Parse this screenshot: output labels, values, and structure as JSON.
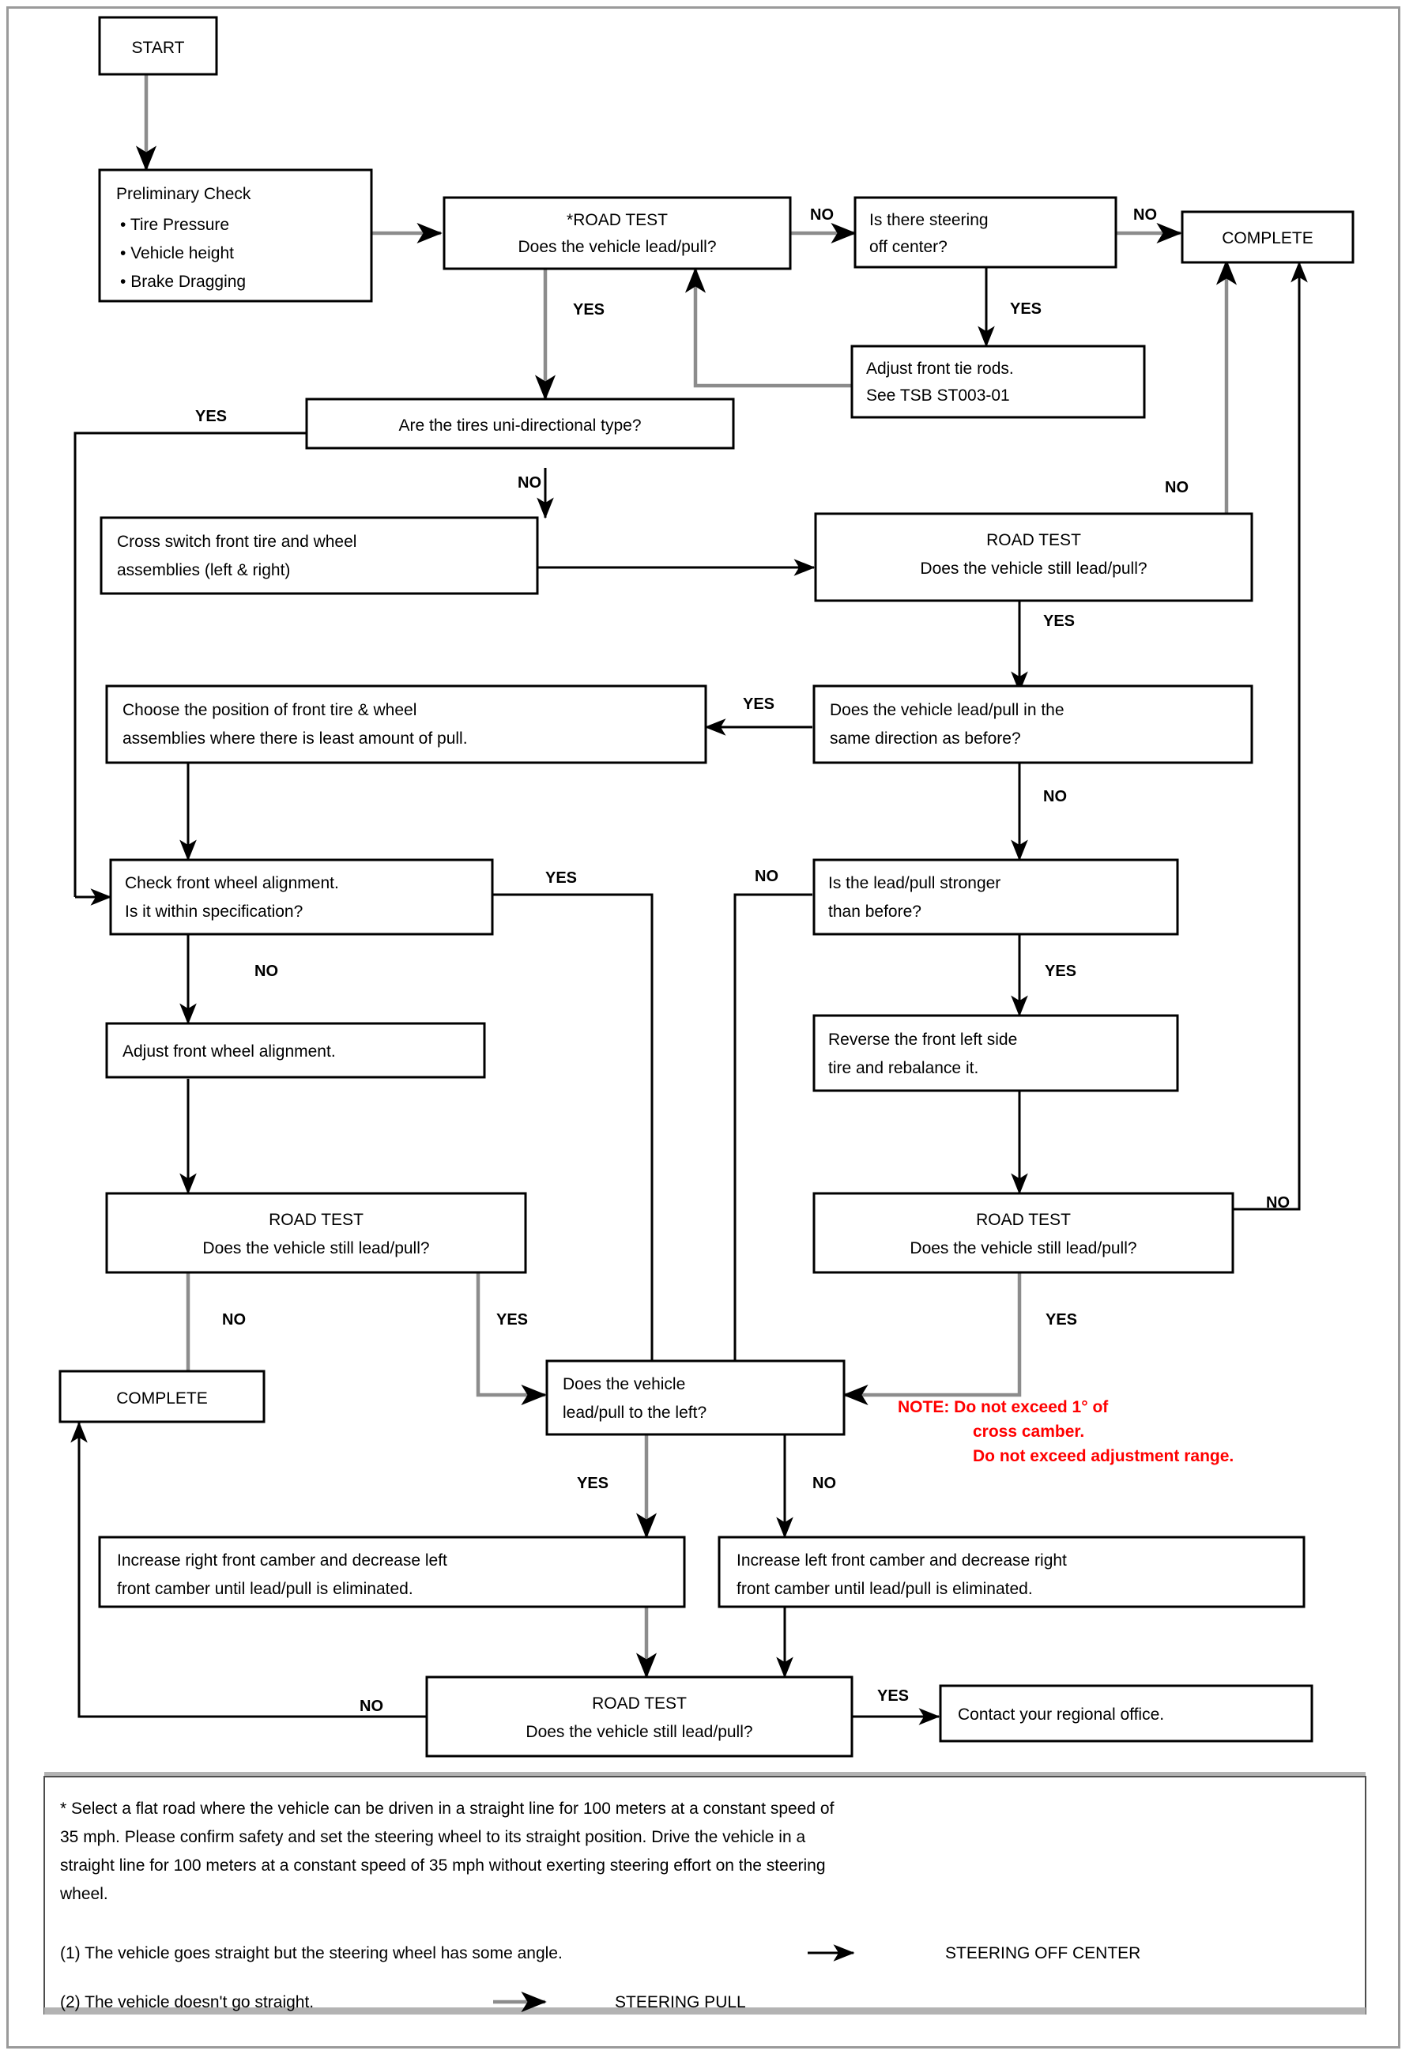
{
  "meta": {
    "title": "Steering Pull / Lead Diagnostic Flowchart",
    "note_color": "#ff0000",
    "line_color_black": "#000000",
    "line_color_gray": "#8c8c8c"
  },
  "nodes": {
    "start": "START",
    "preliminary_title": "Preliminary Check",
    "preliminary_items": [
      "Tire Pressure",
      "Vehicle height",
      "Brake Dragging"
    ],
    "road_test_1_l1": "*ROAD TEST",
    "road_test_1_l2": "Does the vehicle lead/pull?",
    "steering_off_center_l1": "Is there steering",
    "steering_off_center_l2": "off center?",
    "complete_top": "COMPLETE",
    "tie_rods_l1": "Adjust front tie rods.",
    "tie_rods_l2": "See TSB ST003-01",
    "uni_directional": "Are the tires uni-directional type?",
    "cross_switch_l1": "Cross switch front tire and wheel",
    "cross_switch_l2": "assemblies (left & right)",
    "road_test_2_l1": "ROAD TEST",
    "road_test_2_l2": "Does the vehicle still lead/pull?",
    "choose_position_l1": "Choose the position of front tire & wheel",
    "choose_position_l2": "assemblies where there is least amount of pull.",
    "same_direction_l1": "Does the vehicle lead/pull in the",
    "same_direction_l2": "same direction as before?",
    "check_alignment_l1": "Check front wheel alignment.",
    "check_alignment_l2": "Is it within specification?",
    "stronger_l1": "Is the lead/pull stronger",
    "stronger_l2": "than before?",
    "adjust_alignment": "Adjust front wheel alignment.",
    "reverse_tire_l1": "Reverse the front left side",
    "reverse_tire_l2": "tire and rebalance it.",
    "road_test_3_l1": "ROAD TEST",
    "road_test_3_l2": "Does the vehicle still lead/pull?",
    "road_test_4_l1": "ROAD TEST",
    "road_test_4_l2": "Does the vehicle still lead/pull?",
    "complete_bottom": "COMPLETE",
    "pull_left_l1": "Does the vehicle",
    "pull_left_l2": "lead/pull to the left?",
    "camber_right_l1": "Increase right front camber and decrease left",
    "camber_right_l2": "front camber until lead/pull is eliminated.",
    "camber_left_l1": "Increase left front camber and decrease right",
    "camber_left_l2": "front camber until lead/pull is eliminated.",
    "road_test_5_l1": "ROAD TEST",
    "road_test_5_l2": "Does the vehicle still lead/pull?",
    "regional_office": "Contact your regional office."
  },
  "note": {
    "line1": "NOTE: Do not exceed 1° of",
    "line2": "cross camber.",
    "line3": "Do not exceed adjustment range."
  },
  "edge_labels": {
    "yes": "YES",
    "no": "NO",
    "rt1_no": "NO",
    "rt1_yes": "YES",
    "soc_no": "NO",
    "soc_yes": "YES",
    "uni_yes": "YES",
    "uni_no": "NO",
    "rt2_no": "NO",
    "rt2_yes": "YES",
    "samedir_yes": "YES",
    "samedir_no": "NO",
    "align_yes": "YES",
    "align_no": "NO",
    "stronger_no": "NO",
    "stronger_yes": "YES",
    "rt3_no": "NO",
    "rt3_yes": "YES",
    "rt4_no": "NO",
    "rt4_yes": "YES",
    "left_yes": "YES",
    "left_no": "NO",
    "rt5_no": "NO",
    "rt5_yes": "YES"
  },
  "footnote": {
    "paragraph_l1": "* Select a flat road where the vehicle can be driven in a straight line for 100 meters at a constant speed of",
    "paragraph_l2": "35 mph. Please confirm safety and set the steering wheel to its straight position. Drive the vehicle in a",
    "paragraph_l3": "straight line for 100 meters at a constant speed of 35 mph without exerting steering effort on the steering",
    "paragraph_l4": "wheel.",
    "item1_text": "(1) The vehicle goes straight but the steering wheel has some angle.",
    "item1_result": "STEERING OFF CENTER",
    "item2_text": "(2) The vehicle doesn't go straight.",
    "item2_result": "STEERING PULL"
  }
}
